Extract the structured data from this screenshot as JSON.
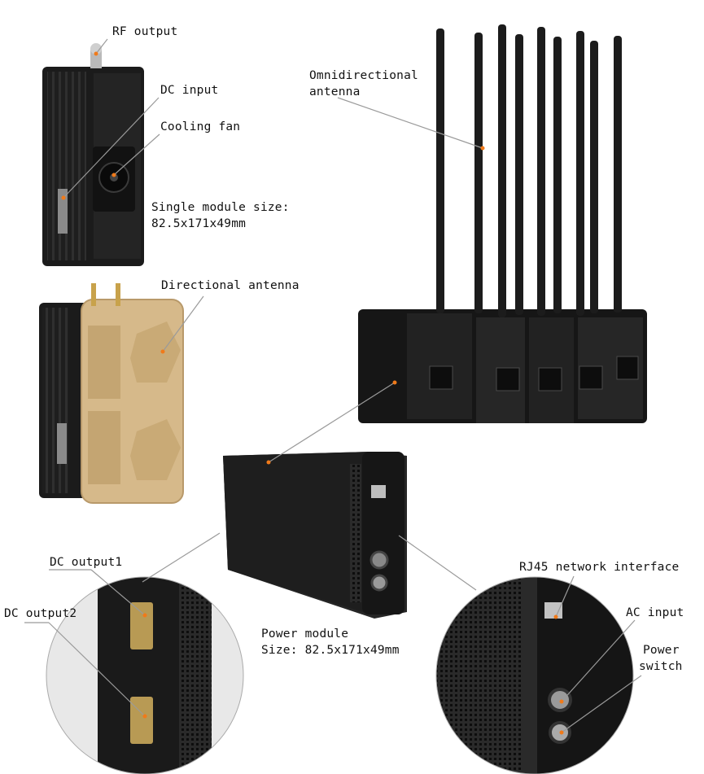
{
  "labels": {
    "rf_output": "RF output",
    "dc_input": "DC input",
    "cooling_fan": "Cooling fan",
    "single_size_1": "Single module size:",
    "single_size_2": "82.5x171x49mm",
    "omni_1": "Omnidirectional",
    "omni_2": "antenna",
    "directional": "Directional antenna",
    "dc_output1": "DC output1",
    "dc_output2": "DC output2",
    "power_module_1": "Power module",
    "power_module_2": "Size: 82.5x171x49mm",
    "rj45": "RJ45 network interface",
    "ac_input": "AC input",
    "power_1": "Power",
    "power_2": "switch"
  },
  "colors": {
    "device_black": "#1b1b1b",
    "device_gray": "#2e2e2e",
    "tan_housing": "#d6b98a",
    "leader_line": "#9a9a9a",
    "marker_orange": "#f07a1a"
  }
}
